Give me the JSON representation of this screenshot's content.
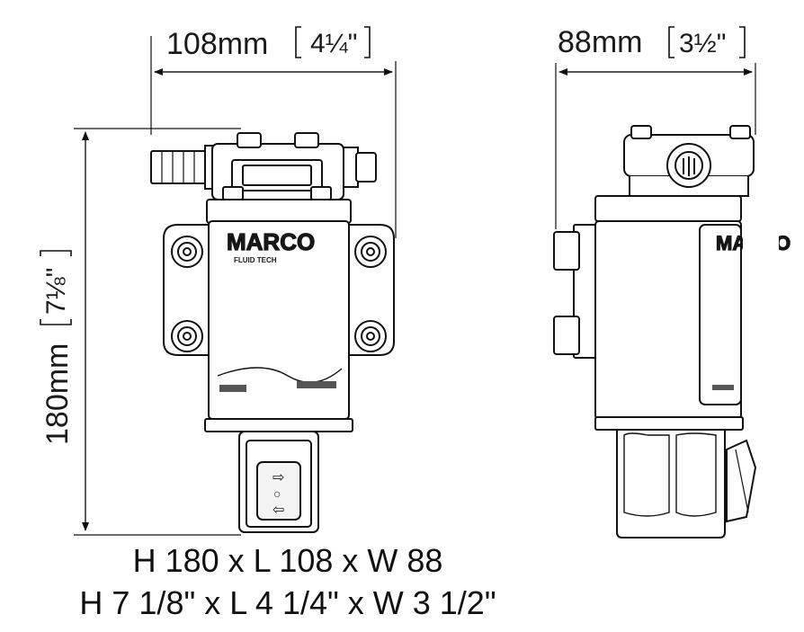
{
  "dimensions": {
    "front_width": "108mm",
    "front_width_in": "4¼\"",
    "side_width": "88mm",
    "side_width_in": "3½\"",
    "height": "180mm",
    "height_in": "7⅛\""
  },
  "brand": {
    "logo_text": "MARCO",
    "logo_subtext": "FLUID TECH"
  },
  "summary": {
    "metric": "H 180 x L 108 x W 88",
    "imperial": "H 7 1/8\" x L 4 1/4\" x W 3 1/2\""
  },
  "switch_symbols": [
    "⇨",
    "○",
    "⇦"
  ]
}
